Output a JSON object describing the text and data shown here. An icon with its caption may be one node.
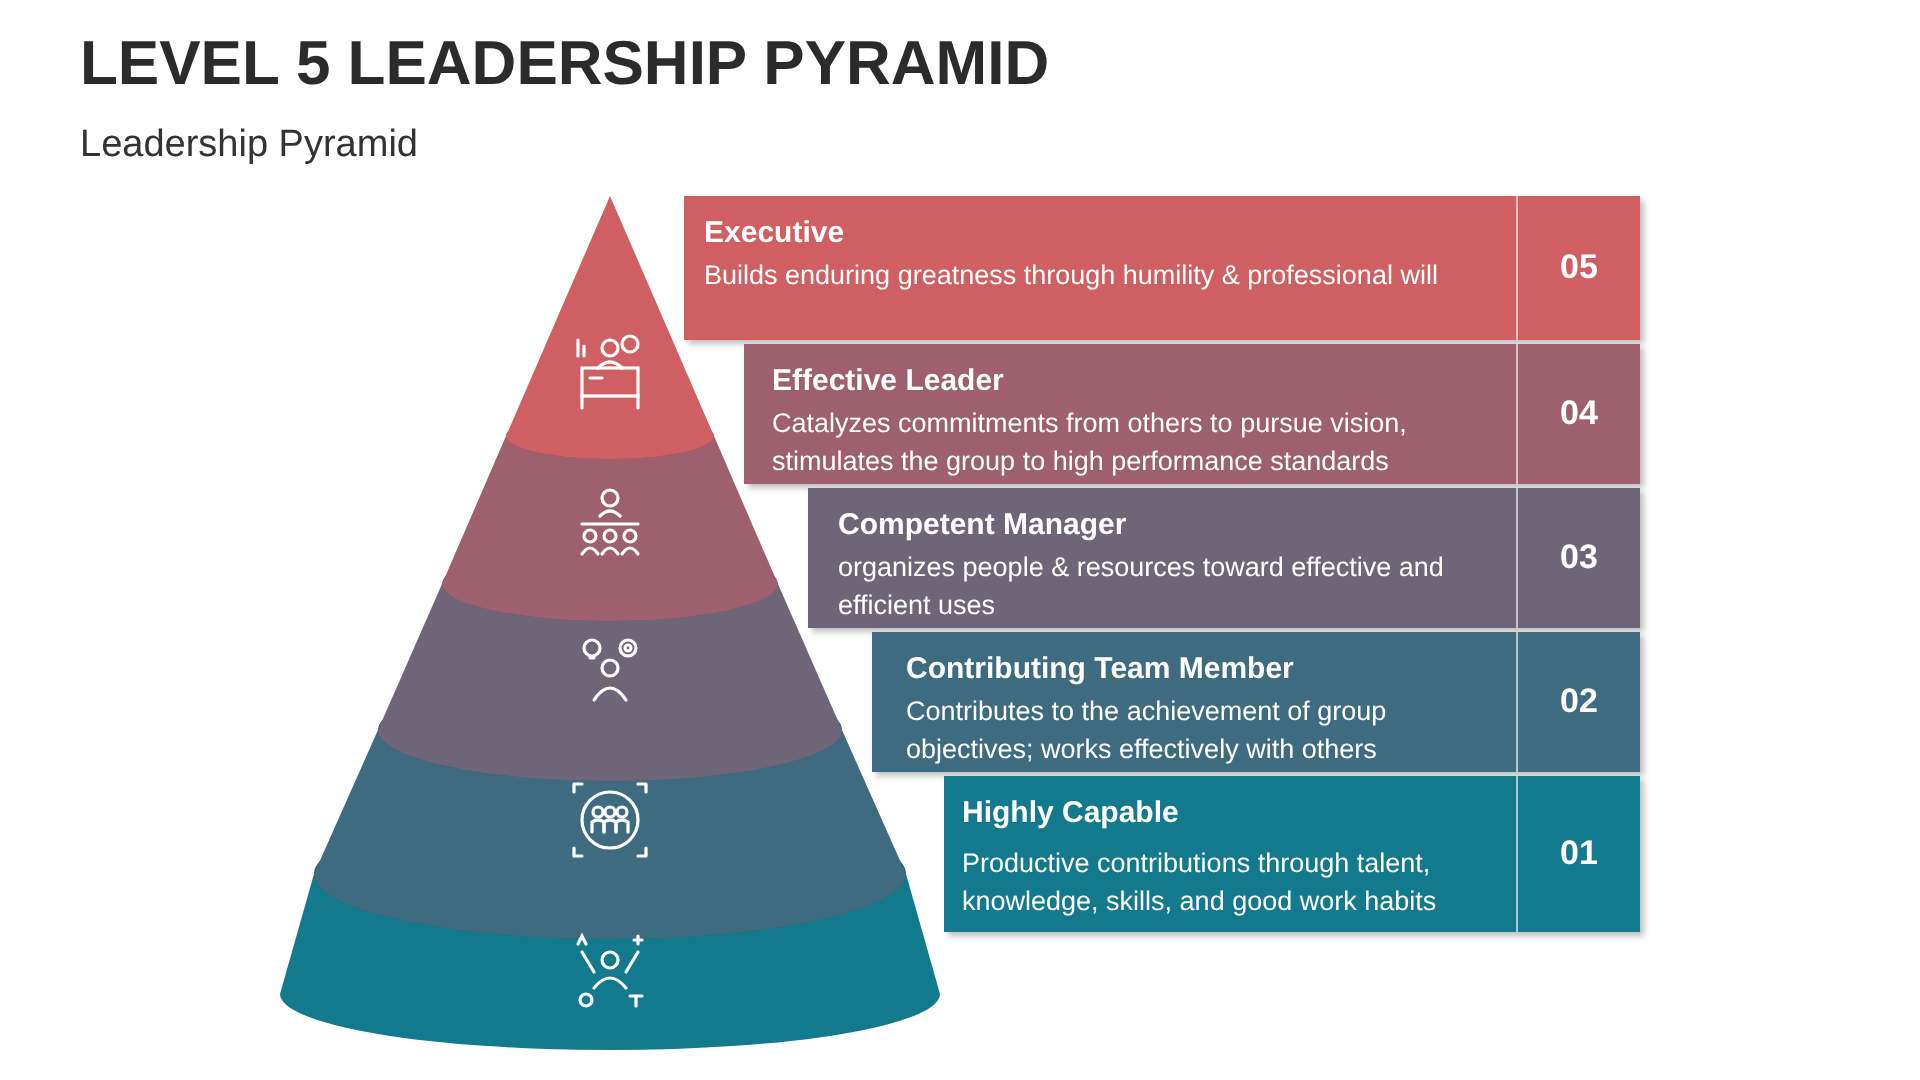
{
  "diagram": {
    "title": "LEVEL 5 LEADERSHIP PYRAMID",
    "caption": "Leadership Pyramid",
    "nodes": [
      {
        "text": [
          "Executive",
          "Builds enduring greatness through humility & professional will",
          "05"
        ]
      },
      {
        "text": [
          "Effective Leader",
          "Catalyzes commitments from others to pursue vision, stimulates the group to high performance standards",
          "04"
        ]
      },
      {
        "text": [
          "Competent Manager",
          "organizes people & resources toward effective and efficient uses",
          "03"
        ]
      },
      {
        "text": [
          "Contributing Team Member",
          "Contributes to the achievement of group objectives; works effectively with others",
          "02"
        ]
      },
      {
        "text": [
          "Highly Capable",
          "Productive contributions through talent, knowledge, skills, and good work habits",
          "01"
        ]
      }
    ],
    "edges": []
  }
}
